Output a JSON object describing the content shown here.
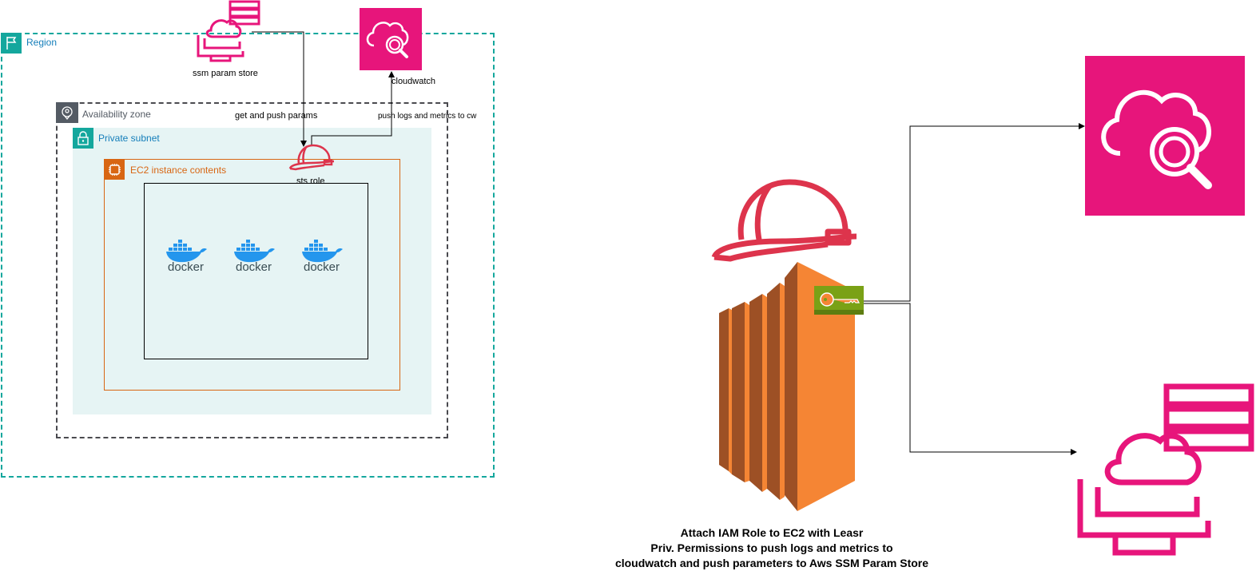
{
  "left_diagram": {
    "region_label": "Region",
    "availability_zone_label": "Availability zone",
    "private_subnet_label": "Private subnet",
    "ec2_label": "EC2 instance contents",
    "ssm_label": "ssm param store",
    "cloudwatch_label": "cloudwatch",
    "edge_get_push_params": "get and push params",
    "edge_push_logs": "push logs and metrics to cw",
    "sts_role_label": "sts role",
    "docker_labels": [
      "docker",
      "docker",
      "docker"
    ]
  },
  "right_diagram": {
    "caption_lines": [
      "Attach IAM Role to EC2 with Leasr",
      "Priv. Permissions to push logs and metrics to",
      "cloudwatch and push parameters to Aws SSM Param Store"
    ]
  },
  "colors": {
    "region_teal": "#14a79d",
    "pink": "#e7157b",
    "helmet_red": "#dd344c",
    "ec2_orange": "#d86613",
    "subnet_fill": "#e6f4f4",
    "ec2_body": "#f58534",
    "key_green": "#7aa116"
  },
  "icons": [
    "flag-icon",
    "location-pin-icon",
    "lock-icon",
    "chip-icon",
    "ssm-param-store-icon",
    "cloudwatch-icon",
    "hard-hat-icon",
    "docker-icon",
    "ec2-instance-icon",
    "key-icon"
  ]
}
